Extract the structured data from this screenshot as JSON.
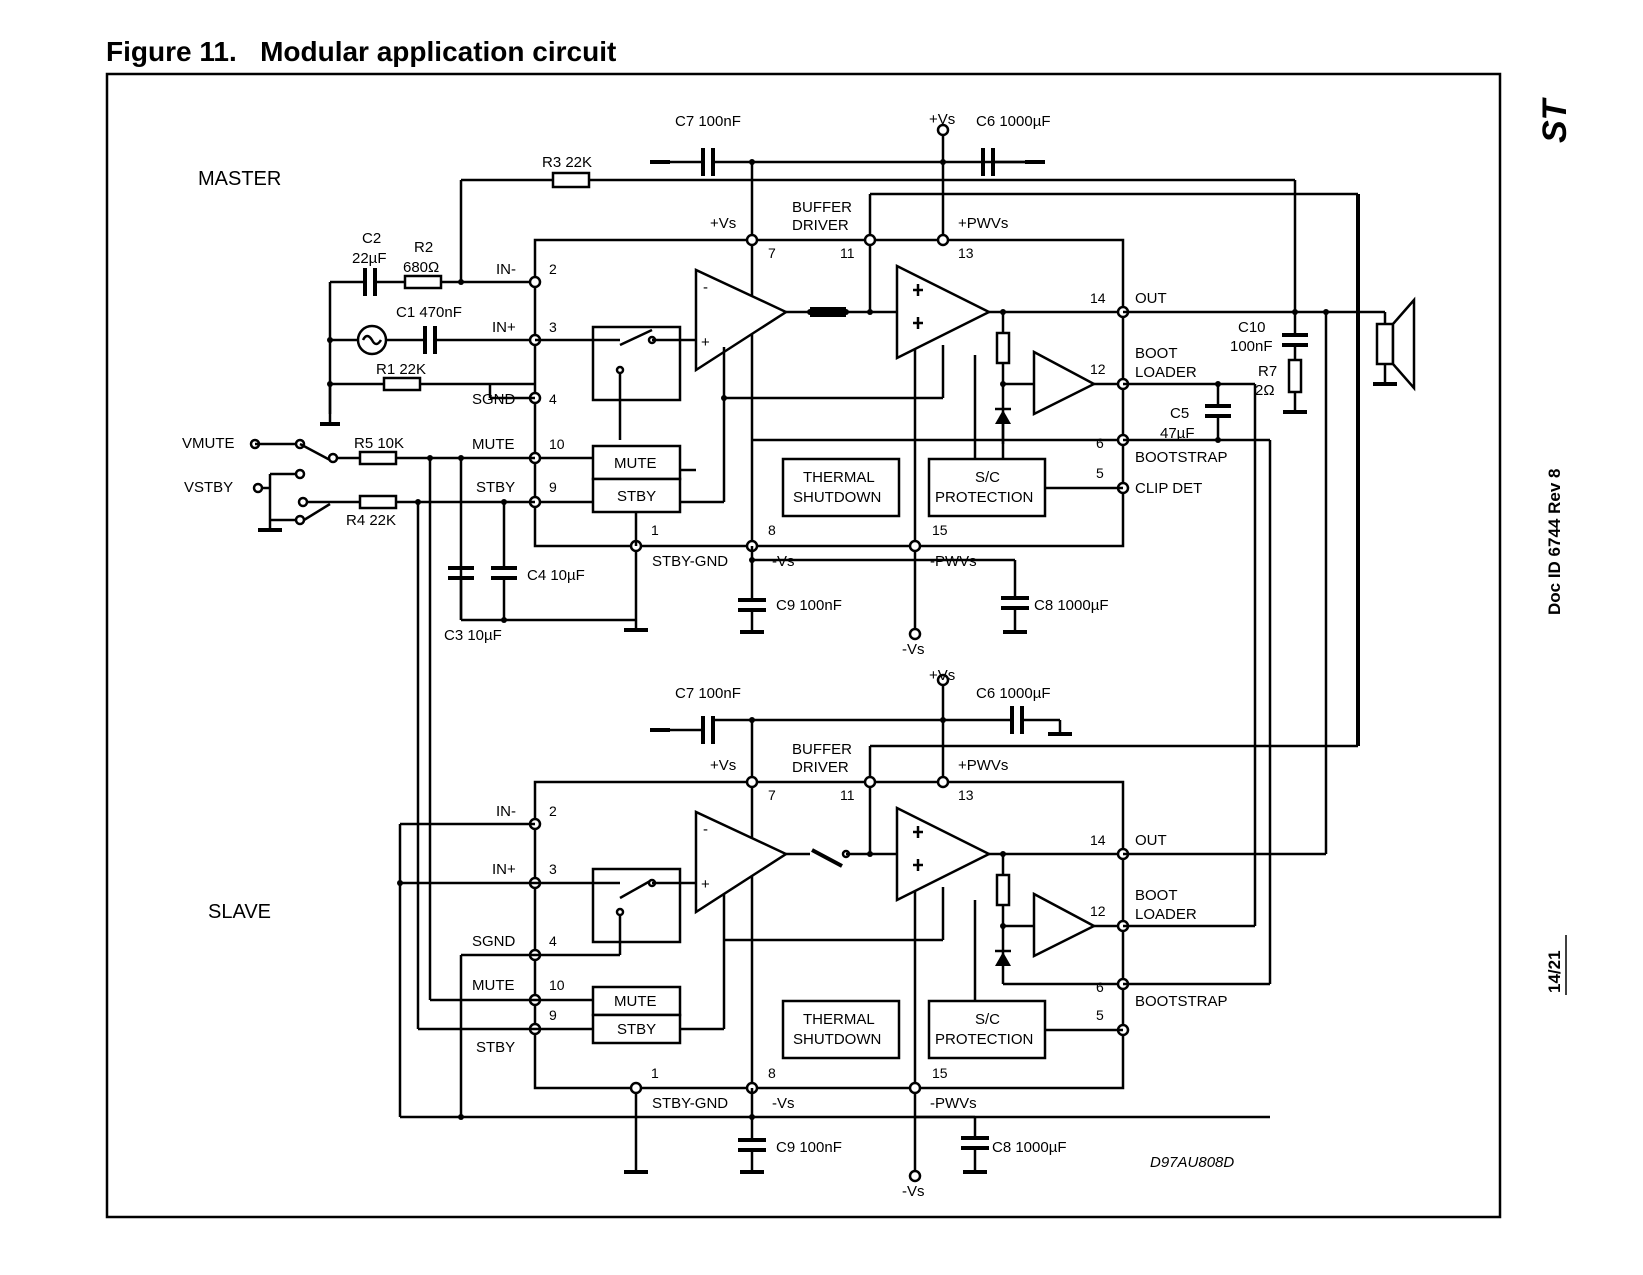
{
  "figure": {
    "number": "Figure 11.",
    "title": "Modular application circuit"
  },
  "side": {
    "logo": "ST",
    "doc_id": "Doc ID 6744 Rev 8",
    "page": "14/21"
  },
  "section_labels": {
    "master": "MASTER",
    "slave": "SLAVE"
  },
  "inputs": {
    "vmute": "VMUTE",
    "vstby": "VSTBY"
  },
  "components": {
    "c7": "C7 100nF",
    "c6": "C6 1000µF",
    "r3": "R3 22K",
    "c2a": "C2",
    "c2b": "22µF",
    "r2a": "R2",
    "r2b": "680Ω",
    "c1": "C1 470nF",
    "r1": "R1 22K",
    "r5": "R5 10K",
    "r4": "R4 22K",
    "c4": "C4 10µF",
    "c3": "C3 10µF",
    "c9": "C9 100nF",
    "c8": "C8 1000µF",
    "c10a": "C10",
    "c10b": "100nF",
    "r7a": "R7",
    "r7b": "2Ω",
    "c5a": "C5",
    "c5b": "47µF"
  },
  "blocks": {
    "buffer1": "BUFFER",
    "buffer2": "DRIVER",
    "thermal1": "THERMAL",
    "thermal2": "SHUTDOWN",
    "sc1": "S/C",
    "sc2": "PROTECTION",
    "mute": "MUTE",
    "stby": "STBY"
  },
  "pins": {
    "in_minus": "IN-",
    "in_plus": "IN+",
    "sgnd": "SGND",
    "mute": "MUTE",
    "stby": "STBY",
    "stby_gnd": "STBY-GND",
    "neg_vs": "-Vs",
    "neg_pwvs": "-PWVs",
    "pos_vs": "+Vs",
    "pos_pwvs": "+PWVs",
    "out": "OUT",
    "boot1": "BOOT",
    "boot2": "LOADER",
    "bootstrap": "BOOTSTRAP",
    "clipdet": "CLIP DET",
    "n2": "2",
    "n3": "3",
    "n4": "4",
    "n10": "10",
    "n9": "9",
    "n1": "1",
    "n8": "8",
    "n15": "15",
    "n7": "7",
    "n11": "11",
    "n13": "13",
    "n14": "14",
    "n12": "12",
    "n6": "6",
    "n5": "5"
  },
  "supply": {
    "pos": "+Vs",
    "neg": "-Vs"
  },
  "opamp_signs": {
    "minus": "-",
    "plus": "+"
  },
  "drawing_code": "D97AU808D"
}
